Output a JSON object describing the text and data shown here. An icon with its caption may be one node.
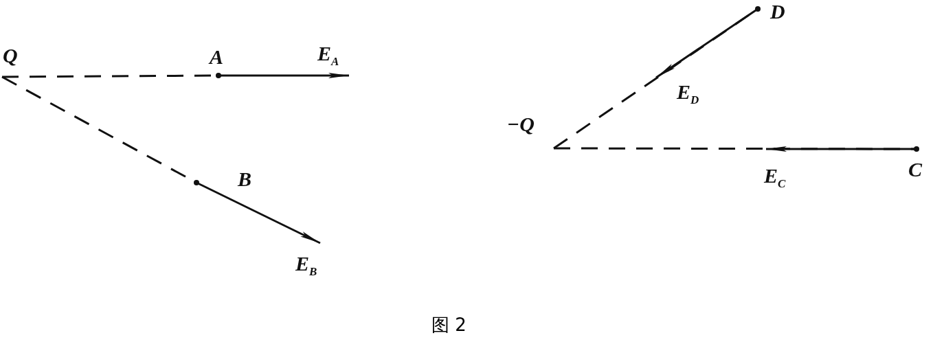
{
  "diagram": {
    "caption": "图 2",
    "nodes": [
      {
        "text": [
          "Q"
        ]
      },
      {
        "text": [
          "A"
        ]
      },
      {
        "text": [
          "B"
        ]
      },
      {
        "text": [
          "−Q"
        ]
      },
      {
        "text": [
          "D"
        ]
      },
      {
        "text": [
          "C"
        ]
      }
    ],
    "edges": [
      {
        "from": 0,
        "to": 1,
        "arrow": "none",
        "style": "dashed"
      },
      {
        "from": 1,
        "to": null,
        "arrow": "to",
        "label": "E$_{A}$"
      },
      {
        "from": 0,
        "to": 2,
        "arrow": "none",
        "style": "dashed"
      },
      {
        "from": 2,
        "to": null,
        "arrow": "to",
        "label": "E$_{B}$"
      },
      {
        "from": 3,
        "to": 4,
        "arrow": "none",
        "style": "dashed"
      },
      {
        "from": 4,
        "to": null,
        "arrow": "to",
        "label": "E$_{D}$"
      },
      {
        "from": 3,
        "to": 5,
        "arrow": "none",
        "style": "dashed"
      },
      {
        "from": 5,
        "to": null,
        "arrow": "to",
        "label": "E$_{C}$"
      }
    ]
  }
}
